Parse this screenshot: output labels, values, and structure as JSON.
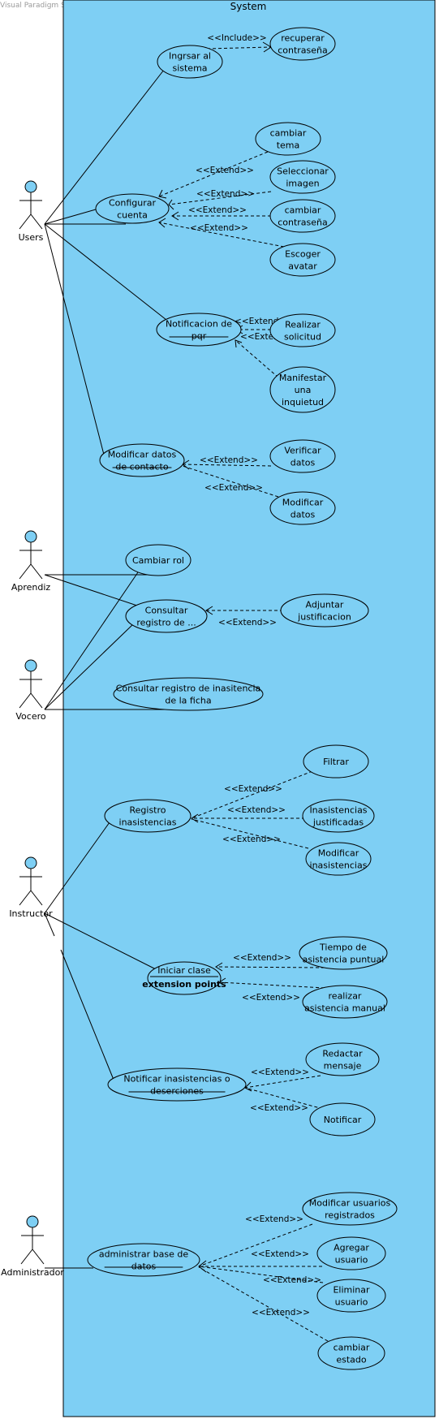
{
  "watermark": "Visual Paradigm Standard(Teddy Poveda(Sena))",
  "system": {
    "title": "System",
    "fill": "#7ecff4"
  },
  "actors": {
    "users": "Users",
    "aprendiz": "Aprendiz",
    "vocero": "Vocero",
    "instructor": "Instructor",
    "administrador": "Administrador"
  },
  "use_cases": {
    "ingresar": [
      "Ingrsar al",
      "sistema"
    ],
    "recuperar": [
      "recuperar",
      "contraseña"
    ],
    "configurar": [
      "Configurar",
      "cuenta"
    ],
    "cambiar_tema": [
      "cambiar",
      "tema"
    ],
    "seleccionar_imagen": [
      "Seleccionar",
      "imagen"
    ],
    "cambiar_contrasena": [
      "cambiar",
      "contraseña"
    ],
    "escoger_avatar": [
      "Escoger",
      "avatar"
    ],
    "notificacion_pqr": [
      "Notificacion de",
      "pqr"
    ],
    "realizar_solicitud": [
      "Realizar",
      "solicitud"
    ],
    "manifestar": [
      "Manifestar",
      "una",
      "inquietud"
    ],
    "modificar_contacto": [
      "Modificar datos",
      "de contacto"
    ],
    "verificar_datos": [
      "Verificar",
      "datos"
    ],
    "modificar_datos": [
      "Modificar",
      "datos"
    ],
    "cambiar_rol": [
      "Cambiar rol"
    ],
    "consultar_registro": [
      "Consultar",
      "registro de ..."
    ],
    "adjuntar": [
      "Adjuntar",
      "justificacion"
    ],
    "consultar_ficha": [
      "Consultar registro de inasitencia",
      "de la ficha"
    ],
    "registro_inasistencias": [
      "Registro",
      "inasistencias"
    ],
    "filtrar": [
      "Filtrar"
    ],
    "inasistencias_justificadas": [
      "Inasistencias",
      "justificadas"
    ],
    "modificar_inasistencias": [
      "Modificar",
      "inasistencias"
    ],
    "iniciar_clase": [
      "Iniciar clase"
    ],
    "extension_points": "extension points",
    "tiempo_asistencia": [
      "Tiempo de",
      "asistencia puntual"
    ],
    "asistencia_manual": [
      "realizar",
      "asistencia manual"
    ],
    "notificar_inasistencias": [
      "Notificar inasistencias o",
      "deserciones"
    ],
    "redactar_mensaje": [
      "Redactar",
      "mensaje"
    ],
    "notificar": [
      "Notificar"
    ],
    "administrar_bd": [
      "administrar base de",
      "datos"
    ],
    "modificar_usuarios": [
      "Modificar usuarios",
      "registrados"
    ],
    "agregar_usuario": [
      "Agregar",
      "usuario"
    ],
    "eliminar_usuario": [
      "Eliminar",
      "usuario"
    ],
    "cambiar_estado": [
      "cambiar",
      "estado"
    ]
  },
  "relations": {
    "include": "<<Include>>",
    "extend": "<<Extend>>"
  }
}
